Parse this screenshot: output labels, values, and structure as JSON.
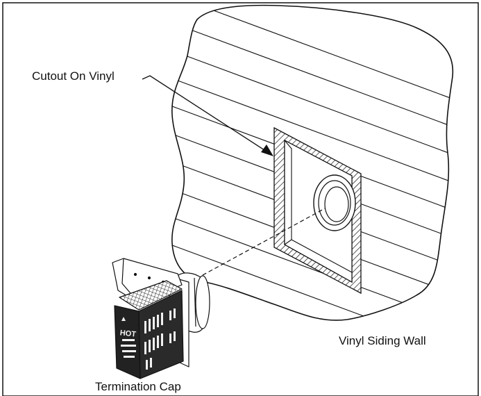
{
  "labels": {
    "cutout": "Cutout On Vinyl",
    "wall": "Vinyl Siding Wall",
    "cap": "Termination Cap"
  },
  "cap_warning": "HOT",
  "colors": {
    "line": "#111111",
    "background": "#ffffff",
    "cap_body": "#222222",
    "cap_light": "#f2f2f2"
  }
}
